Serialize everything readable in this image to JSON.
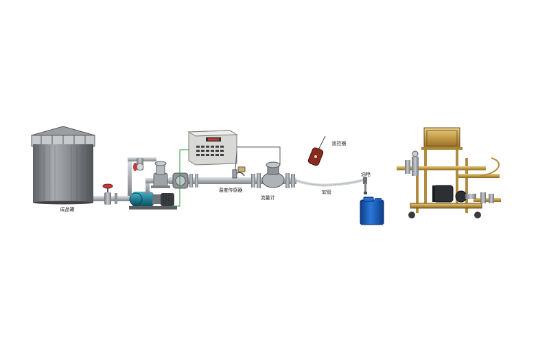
{
  "labels": {
    "product_tank": "成品罐",
    "temperature_sensor": "温度传感器",
    "flow_meter": "流量计",
    "remote_control": "遥控器",
    "oil_gun": "油枪",
    "hose": "软管"
  },
  "colors": {
    "pipe": "#b9bec4",
    "pump": "#1f7f95",
    "signal_wire": "#2f9a3a",
    "valve_handle": "#c23a3a",
    "container": "#1d63c4",
    "skid_frame": "#c9a553",
    "tank": "#7e8186"
  }
}
